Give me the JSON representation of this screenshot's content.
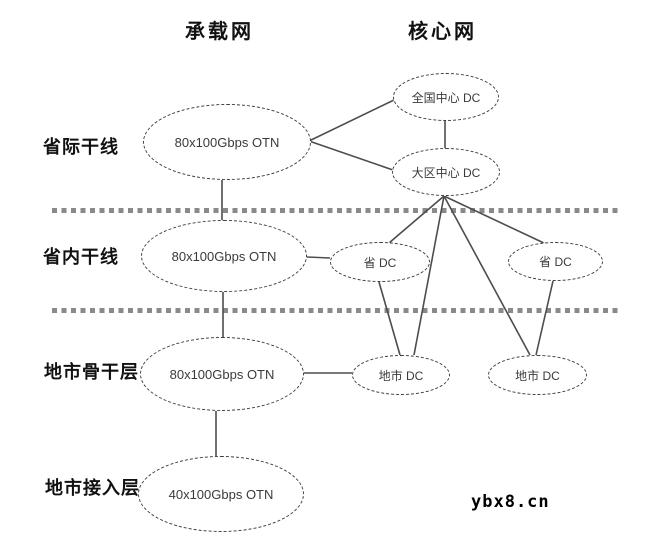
{
  "headers": {
    "bearer_network": "承载网",
    "core_network": "核心网"
  },
  "layer_labels": {
    "inter_provincial_trunk": "省际干线",
    "intra_provincial_trunk": "省内干线",
    "metro_backbone_layer": "地市骨干层",
    "metro_access_layer": "地市接入层"
  },
  "nodes": {
    "otn_inter_provincial": {
      "label": "80x100Gbps OTN"
    },
    "otn_intra_provincial": {
      "label": "80x100Gbps OTN"
    },
    "otn_metro_backbone": {
      "label": "80x100Gbps OTN"
    },
    "otn_metro_access": {
      "label": "40x100Gbps OTN"
    },
    "national_center_dc": {
      "label": "全国中心 DC"
    },
    "region_center_dc": {
      "label": "大区中心 DC"
    },
    "province_dc_left": {
      "label": "省 DC"
    },
    "province_dc_right": {
      "label": "省 DC"
    },
    "city_dc_left": {
      "label": "地市 DC"
    },
    "city_dc_right": {
      "label": "地市 DC"
    }
  },
  "watermark": "ybx8.cn",
  "colors": {
    "connector_line": "#4d4d4d",
    "node_border": "#3d3d3d",
    "divider_dot": "#8a8a8a",
    "text": "#111111",
    "background": "#ffffff"
  }
}
